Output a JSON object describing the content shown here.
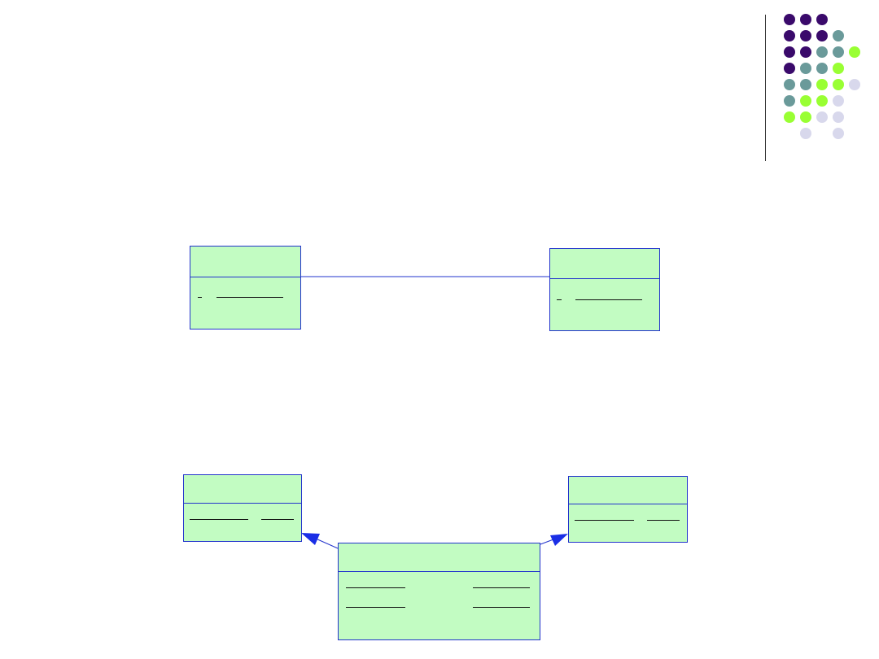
{
  "colors": {
    "box_fill": "#c2fcc2",
    "box_border": "#2233cc",
    "connector": "#2233cc",
    "arrow_head": "#1a2ee6",
    "dot_purple": "#3a0a6b",
    "dot_teal": "#6a9a9a",
    "dot_green": "#99ff33",
    "dot_lavender": "#d8d8ec"
  },
  "decoration": {
    "dot_pattern": [
      [
        "purple",
        "purple",
        "purple",
        "",
        ""
      ],
      [
        "purple",
        "purple",
        "purple",
        "teal",
        ""
      ],
      [
        "purple",
        "purple",
        "teal",
        "teal",
        "green"
      ],
      [
        "purple",
        "teal",
        "teal",
        "green",
        ""
      ],
      [
        "teal",
        "teal",
        "green",
        "green",
        "lavender"
      ],
      [
        "teal",
        "green",
        "green",
        "lavender",
        ""
      ],
      [
        "green",
        "green",
        "lavender",
        "lavender",
        ""
      ],
      [
        "",
        "lavender",
        "",
        "lavender",
        ""
      ]
    ]
  },
  "diagram": {
    "association": {
      "left_class": {
        "name": "",
        "attribute": ""
      },
      "right_class": {
        "name": "",
        "attribute": ""
      }
    },
    "generalization": {
      "parent_left": {
        "name": "",
        "attributes": [
          ""
        ]
      },
      "parent_right": {
        "name": "",
        "attributes": [
          ""
        ]
      },
      "child": {
        "name": "",
        "attributes": [
          "",
          ""
        ]
      }
    }
  }
}
